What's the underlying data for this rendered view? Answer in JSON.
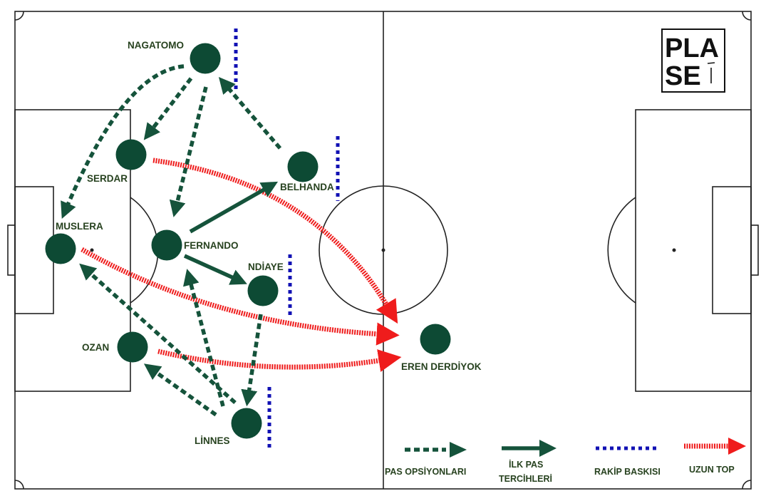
{
  "logo": {
    "line1": "PLA",
    "line2": "SE"
  },
  "players": [
    {
      "id": "nagatomo",
      "label": "NAGATOMO"
    },
    {
      "id": "serdar",
      "label": "SERDAR"
    },
    {
      "id": "belhanda",
      "label": "BELHANDA"
    },
    {
      "id": "muslera",
      "label": "MUSLERA"
    },
    {
      "id": "fernando",
      "label": "FERNANDO"
    },
    {
      "id": "ndiaye",
      "label": "NDİAYE"
    },
    {
      "id": "ozan",
      "label": "OZAN"
    },
    {
      "id": "linnes",
      "label": "LİNNES"
    },
    {
      "id": "eren",
      "label": "EREN DERDİYOK"
    }
  ],
  "legend": {
    "pass_options": "PAS OPSİYONLARI",
    "first_pass_line1": "İLK PAS",
    "first_pass_line2": "TERCİHLERİ",
    "opponent_pressure": "RAKİP BASKISI",
    "long_ball": "UZUN TOP"
  },
  "colors": {
    "player": "#0d4a34",
    "pass_option": "#15533b",
    "first_pass": "#15533b",
    "pressure": "#1212b4",
    "long_ball": "#ef1c1c",
    "line": "#222222",
    "label": "#27421f"
  }
}
